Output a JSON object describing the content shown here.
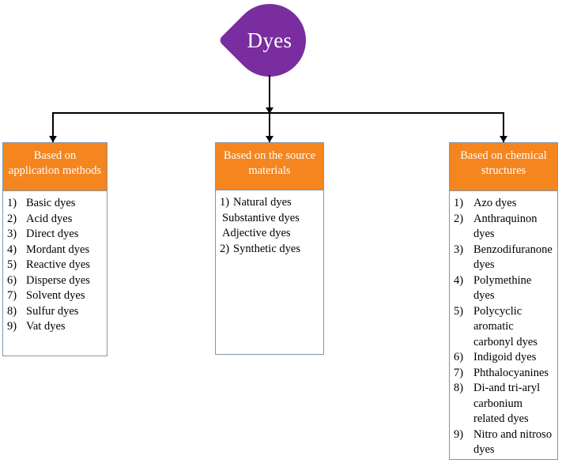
{
  "diagram": {
    "root": {
      "label": "Dyes",
      "shape": "droplet",
      "fill_color": "#7a2d9e",
      "text_color": "#ffffff"
    },
    "connector": {
      "color": "#000000",
      "style": "orthogonal-with-arrowheads",
      "branch_count": 3
    },
    "palette": {
      "header_fill": "#f5851f",
      "header_text": "#ffffff",
      "box_border": "#8496a8",
      "box_fill": "#ffffff",
      "body_text": "#000000"
    },
    "columns": [
      {
        "id": "application",
        "header": "Based on application methods",
        "items": [
          {
            "num": "1)",
            "text": "Basic dyes"
          },
          {
            "num": "2)",
            "text": "Acid dyes"
          },
          {
            "num": "3)",
            "text": "Direct dyes"
          },
          {
            "num": "4)",
            "text": "Mordant dyes"
          },
          {
            "num": "5)",
            "text": "Reactive dyes"
          },
          {
            "num": "6)",
            "text": "Disperse dyes"
          },
          {
            "num": "7)",
            "text": "Solvent dyes"
          },
          {
            "num": "8)",
            "text": "Sulfur dyes"
          },
          {
            "num": "9)",
            "text": "Vat dyes"
          }
        ]
      },
      {
        "id": "source",
        "header": "Based on the source materials",
        "items": [
          {
            "num": "1)",
            "text": "Natural dyes"
          },
          {
            "num": "",
            "text": "Substantive dyes"
          },
          {
            "num": "",
            "text": "Adjective dyes"
          },
          {
            "num": "2)",
            "text": "Synthetic dyes"
          }
        ]
      },
      {
        "id": "chemical",
        "header": "Based on chemical structures",
        "items": [
          {
            "num": "1)",
            "text": "Azo dyes"
          },
          {
            "num": "2)",
            "text": "Anthraquinon dyes"
          },
          {
            "num": "3)",
            "text": "Benzodifuranone dyes"
          },
          {
            "num": "4)",
            "text": "Polymethine dyes"
          },
          {
            "num": "5)",
            "text": "Polycyclic aromatic carbonyl dyes"
          },
          {
            "num": "6)",
            "text": "Indigoid dyes"
          },
          {
            "num": "7)",
            "text": "Phthalocyanines"
          },
          {
            "num": "8)",
            "text": "Di-and tri-aryl carbonium related dyes"
          },
          {
            "num": "9)",
            "text": "Nitro and nitroso dyes"
          }
        ]
      }
    ]
  }
}
